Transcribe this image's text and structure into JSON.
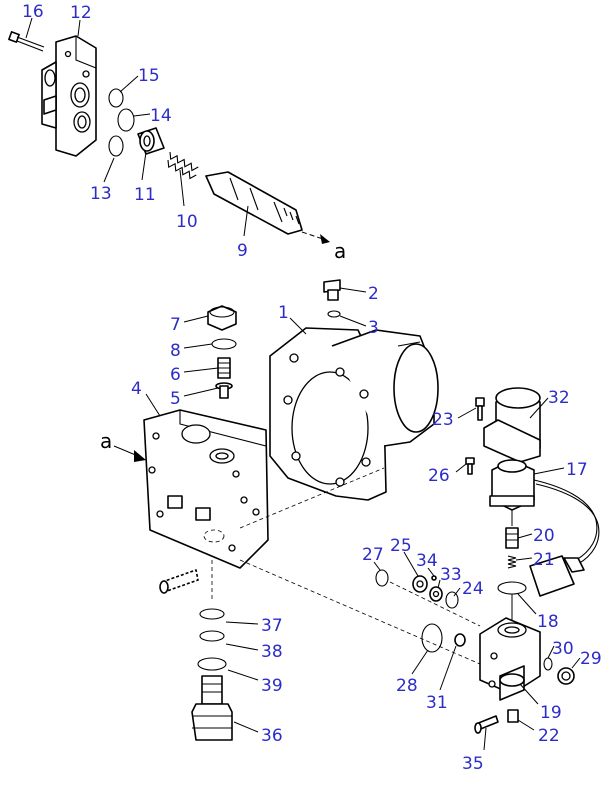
{
  "diagram": {
    "arrow_label": "a",
    "callouts": [
      {
        "id": "p16",
        "text": "16"
      },
      {
        "id": "p12",
        "text": "12"
      },
      {
        "id": "p15",
        "text": "15"
      },
      {
        "id": "p14",
        "text": "14"
      },
      {
        "id": "p13",
        "text": "13"
      },
      {
        "id": "p11",
        "text": "11"
      },
      {
        "id": "p10",
        "text": "10"
      },
      {
        "id": "p9",
        "text": "9"
      },
      {
        "id": "p2",
        "text": "2"
      },
      {
        "id": "p3",
        "text": "3"
      },
      {
        "id": "p1",
        "text": "1"
      },
      {
        "id": "p7",
        "text": "7"
      },
      {
        "id": "p8",
        "text": "8"
      },
      {
        "id": "p6",
        "text": "6"
      },
      {
        "id": "p5",
        "text": "5"
      },
      {
        "id": "p4",
        "text": "4"
      },
      {
        "id": "p32",
        "text": "32"
      },
      {
        "id": "p23",
        "text": "23"
      },
      {
        "id": "p17",
        "text": "17"
      },
      {
        "id": "p26",
        "text": "26"
      },
      {
        "id": "p20",
        "text": "20"
      },
      {
        "id": "p21",
        "text": "21"
      },
      {
        "id": "p27",
        "text": "27"
      },
      {
        "id": "p25",
        "text": "25"
      },
      {
        "id": "p34",
        "text": "34"
      },
      {
        "id": "p33",
        "text": "33"
      },
      {
        "id": "p24",
        "text": "24"
      },
      {
        "id": "p18",
        "text": "18"
      },
      {
        "id": "p30",
        "text": "30"
      },
      {
        "id": "p29",
        "text": "29"
      },
      {
        "id": "p37",
        "text": "37"
      },
      {
        "id": "p38",
        "text": "38"
      },
      {
        "id": "p39",
        "text": "39"
      },
      {
        "id": "p28",
        "text": "28"
      },
      {
        "id": "p31",
        "text": "31"
      },
      {
        "id": "p19",
        "text": "19"
      },
      {
        "id": "p36",
        "text": "36"
      },
      {
        "id": "p22",
        "text": "22"
      },
      {
        "id": "p35",
        "text": "35"
      }
    ]
  }
}
